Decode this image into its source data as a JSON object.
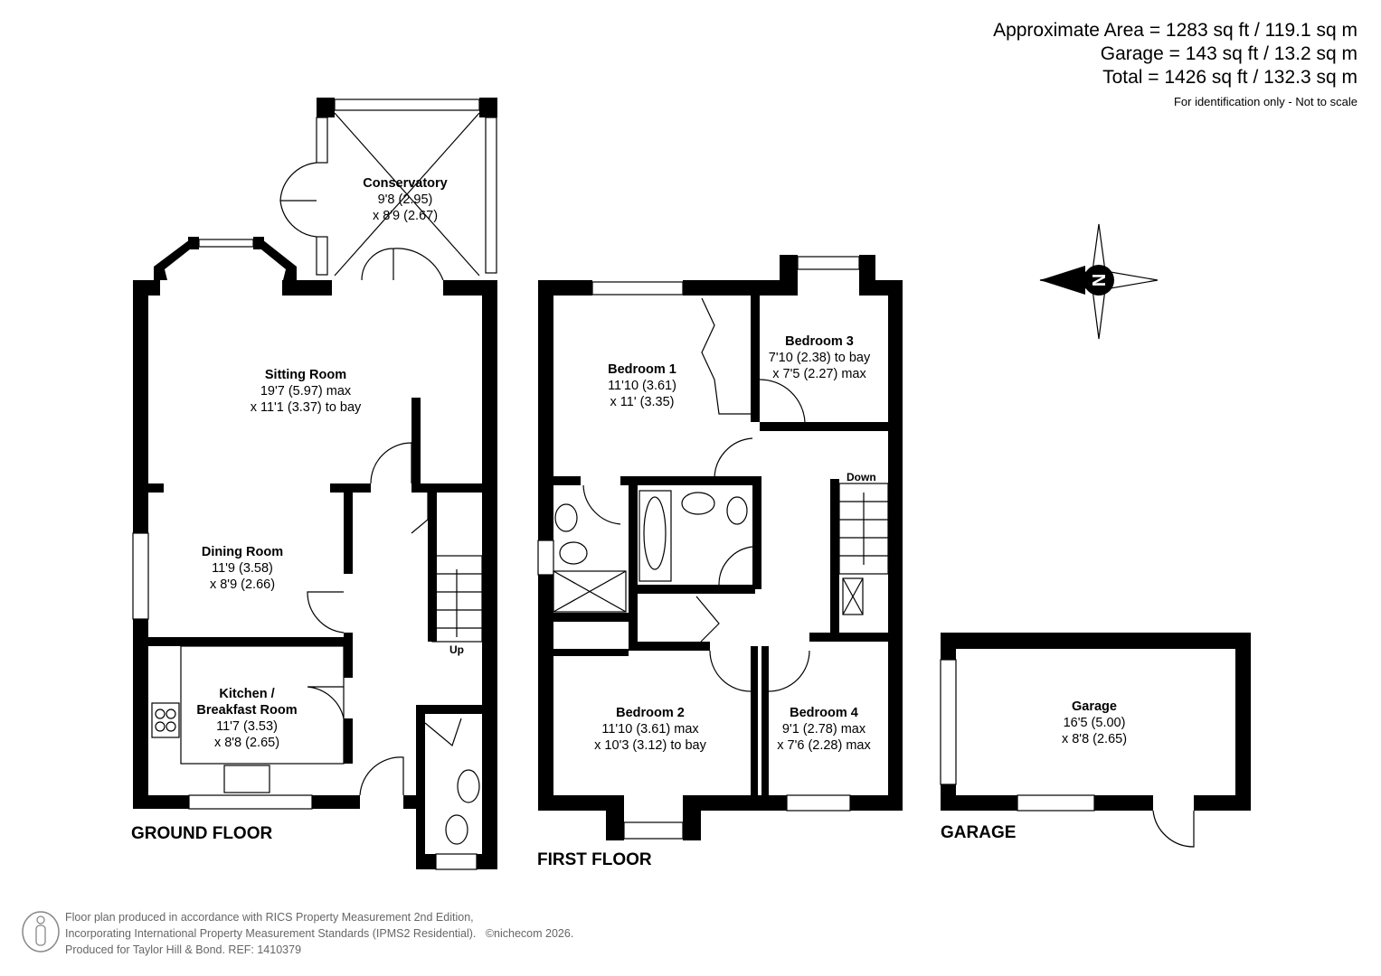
{
  "areas": {
    "approximate": "Approximate Area = 1283 sq ft / 119.1 sq m",
    "garage": "Garage = 143 sq ft / 13.2 sq m",
    "total": "Total = 1426 sq ft / 132.3 sq m",
    "note": "For identification only - Not to scale"
  },
  "floors": {
    "ground": "GROUND FLOOR",
    "first": "FIRST FLOOR",
    "garage": "GARAGE"
  },
  "rooms": {
    "conservatory": {
      "name": "Conservatory",
      "l1": "9'8 (2.95)",
      "l2": "x 8'9 (2.67)"
    },
    "sitting": {
      "name": "Sitting Room",
      "l1": "19'7 (5.97) max",
      "l2": "x 11'1 (3.37) to bay"
    },
    "dining": {
      "name": "Dining Room",
      "l1": "11'9 (3.58)",
      "l2": "x 8'9 (2.66)"
    },
    "kitchen": {
      "name": "Kitchen /",
      "name2": "Breakfast Room",
      "l1": "11'7 (3.53)",
      "l2": "x 8'8 (2.65)"
    },
    "bed1": {
      "name": "Bedroom 1",
      "l1": "11'10 (3.61)",
      "l2": "x 11' (3.35)"
    },
    "bed2": {
      "name": "Bedroom 2",
      "l1": "11'10 (3.61) max",
      "l2": "x 10'3 (3.12) to bay"
    },
    "bed3": {
      "name": "Bedroom 3",
      "l1": "7'10 (2.38) to bay",
      "l2": "x 7'5 (2.27) max"
    },
    "bed4": {
      "name": "Bedroom 4",
      "l1": "9'1 (2.78) max",
      "l2": "x 7'6 (2.28) max"
    },
    "garage": {
      "name": "Garage",
      "l1": "16'5 (5.00)",
      "l2": "x 8'8 (2.65)"
    }
  },
  "stairs": {
    "up": "Up",
    "down": "Down"
  },
  "compass": "N",
  "footer": {
    "line1": "Floor plan produced in accordance with RICS Property Measurement 2nd Edition,",
    "line2": "Incorporating International Property Measurement Standards (IPMS2 Residential).",
    "copyright": "©nichecom 2026.",
    "line3": "Produced for Taylor Hill & Bond.   REF: 1410379"
  }
}
